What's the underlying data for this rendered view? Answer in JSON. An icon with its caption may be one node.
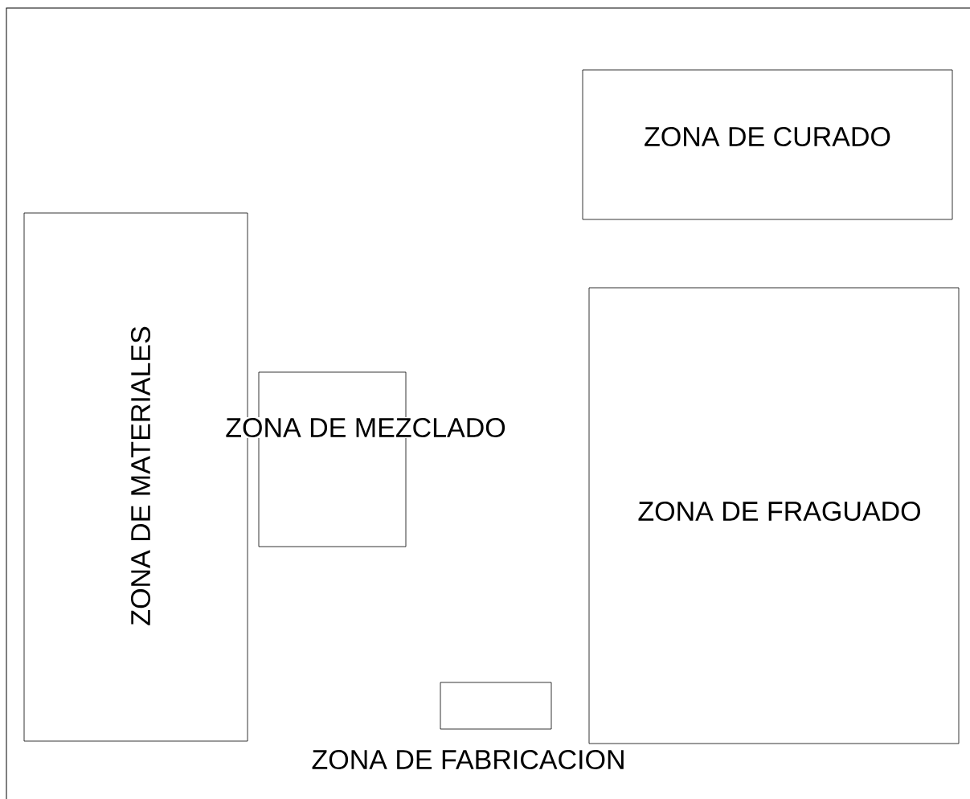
{
  "diagram": {
    "nodes": [
      {
        "text": [
          "ZONA DE CURADO"
        ]
      },
      {
        "text": [
          "ZONA DE MATERIALES"
        ]
      },
      {
        "text": [
          "ZONA DE MEZCLADO"
        ]
      },
      {
        "text": [
          "ZONA DE FRAGUADO"
        ]
      },
      {
        "text": [
          "ZONA DE FABRICACION"
        ]
      }
    ]
  }
}
